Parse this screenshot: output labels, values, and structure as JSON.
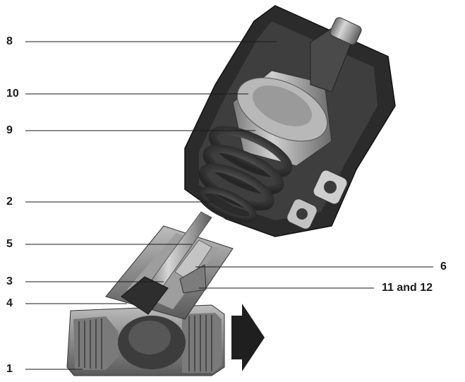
{
  "callouts": {
    "c8": "8",
    "c10": "10",
    "c9": "9",
    "c2": "2",
    "c5": "5",
    "c3": "3",
    "c4": "4",
    "c1": "1",
    "c6": "6",
    "c11": "11 and 12"
  },
  "colors": {
    "housing_dark": "#2b2b2b",
    "housing_mid": "#3e3e3e",
    "metal_light": "#c9c9c9",
    "metal_mid": "#8e8e8e",
    "metal_dark": "#5a5a5a",
    "flow_arrow": "#1f1f1f",
    "leader_line": "#1a1a1a"
  }
}
